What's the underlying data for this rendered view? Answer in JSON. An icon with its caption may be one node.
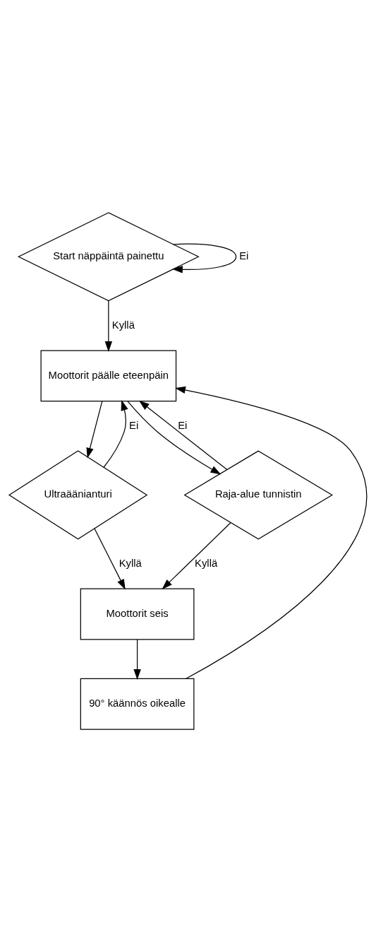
{
  "diagram": {
    "nodes": [
      {
        "text": [
          "Start näppäintä painettu"
        ]
      },
      {
        "text": [
          "Moottorit päälle eteenpäin"
        ]
      },
      {
        "text": [
          "Ultraäänianturi"
        ]
      },
      {
        "text": [
          "Raja-alue tunnistin"
        ]
      },
      {
        "text": [
          "Moottorit seis"
        ]
      },
      {
        "text": [
          "90° käännös oikealle"
        ]
      }
    ],
    "edges": [
      {
        "from": 0,
        "to": 0,
        "arrow": "to",
        "label": "Ei"
      },
      {
        "from": 0,
        "to": 1,
        "arrow": "to",
        "label": "Kyllä"
      },
      {
        "from": 1,
        "to": 2,
        "arrow": "to"
      },
      {
        "from": 1,
        "to": 3,
        "arrow": "to"
      },
      {
        "from": 2,
        "to": 1,
        "arrow": "to",
        "label": "Ei"
      },
      {
        "from": 3,
        "to": 1,
        "arrow": "to",
        "label": "Ei"
      },
      {
        "from": 2,
        "to": 4,
        "arrow": "to",
        "label": "Kyllä"
      },
      {
        "from": 3,
        "to": 4,
        "arrow": "to",
        "label": "Kyllä"
      },
      {
        "from": 4,
        "to": 5,
        "arrow": "to"
      },
      {
        "from": 5,
        "to": 1,
        "arrow": "to"
      }
    ]
  }
}
